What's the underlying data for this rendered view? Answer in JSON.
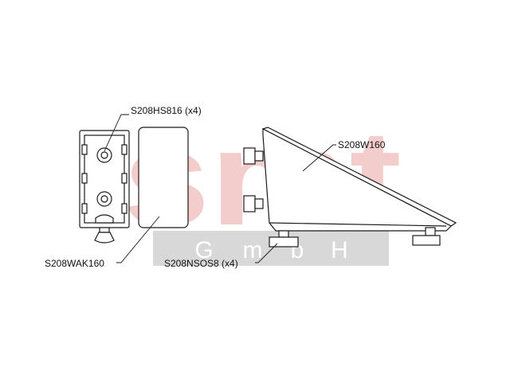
{
  "watermark": {
    "brand": "smt",
    "sub": [
      "G",
      "m",
      "b",
      "H"
    ],
    "brand_color": "#f3cccc",
    "band_color": "#d8d8d8"
  },
  "labels": {
    "hs": "S208HS816 (x4)",
    "w": "S208W160",
    "wak": "S208WAK160",
    "nsos": "S208NSOS8 (x4)"
  },
  "colors": {
    "line": "#1a1a1a",
    "fill": "#ffffff"
  }
}
